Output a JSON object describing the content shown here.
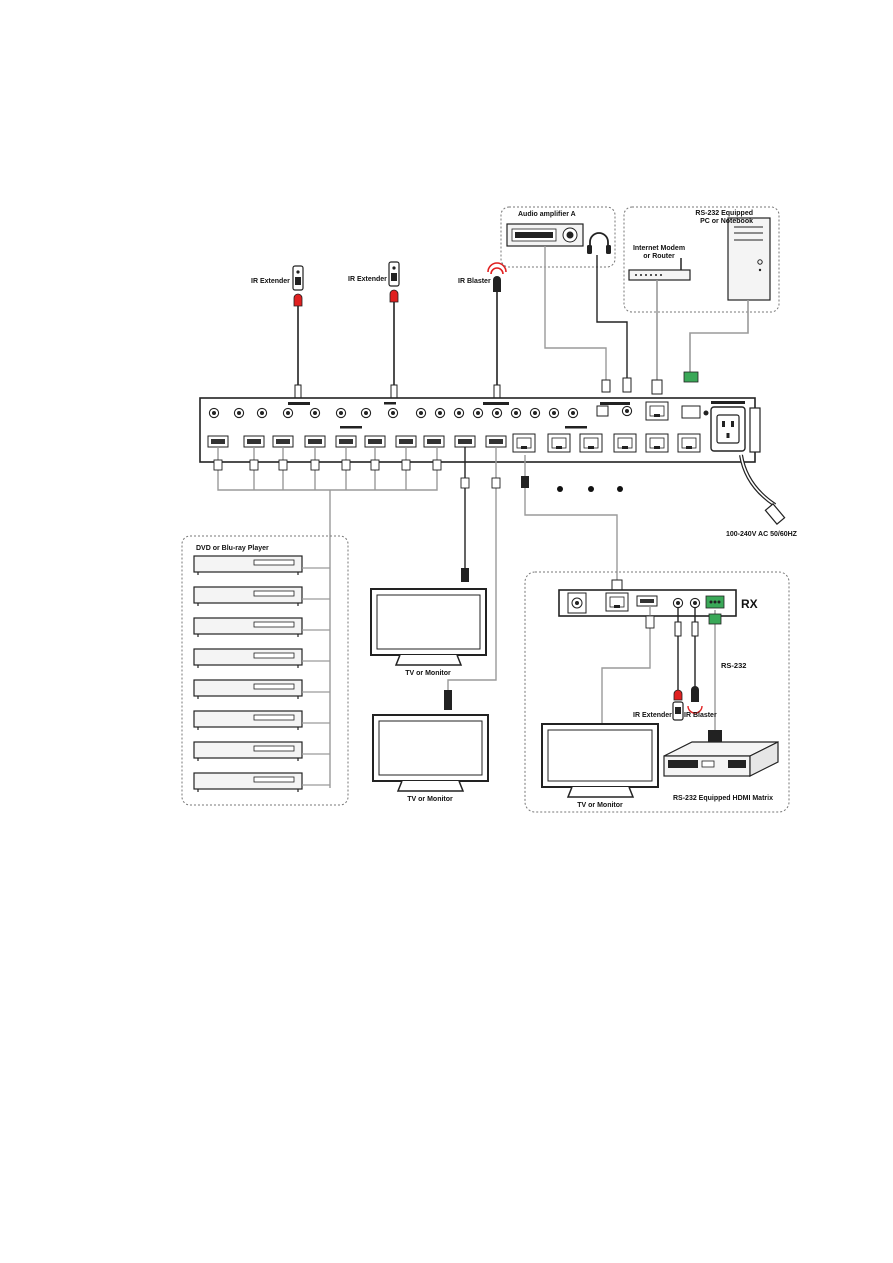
{
  "labels": {
    "ir_extender_1": "IR Extender",
    "ir_extender_2": "IR Extender",
    "ir_blaster": "IR Blaster",
    "audio_amplifier": "Audio amplifier A",
    "internet_modem_line1": "Internet Modem",
    "internet_modem_line2": "or Router",
    "rs232_pc_line1": "RS-232 Equipped",
    "rs232_pc_line2": "PC or Notebook",
    "power": "100-240V AC 50/60HZ",
    "dvd_player": "DVD or Blu-ray Player",
    "tv_monitor_1": "TV or Monitor",
    "tv_monitor_2": "TV or Monitor",
    "tv_monitor_rx": "TV or Monitor",
    "rx": "RX",
    "rs232": "RS-232",
    "rx_ir_extender": "IR Extender",
    "rx_ir_blaster": "IR Blaster",
    "hdmi_matrix": "RS-232 Equipped HDMI Matrix"
  },
  "colors": {
    "line": "#222222",
    "cable": "#9a9a9a",
    "ir_red": "#e02020",
    "rs232_green": "#3aa858",
    "dashed_border": "#777777",
    "device_fill": "#f4f4f4"
  },
  "icons": {
    "ir_extender": "ir-extender-icon",
    "ir_blaster": "ir-blaster-icon",
    "headphone": "headphone-icon",
    "pc_tower": "pc-tower-icon",
    "router": "router-icon",
    "monitor": "monitor-icon",
    "player": "bluray-player-icon",
    "matrix": "hdmi-matrix-icon"
  }
}
